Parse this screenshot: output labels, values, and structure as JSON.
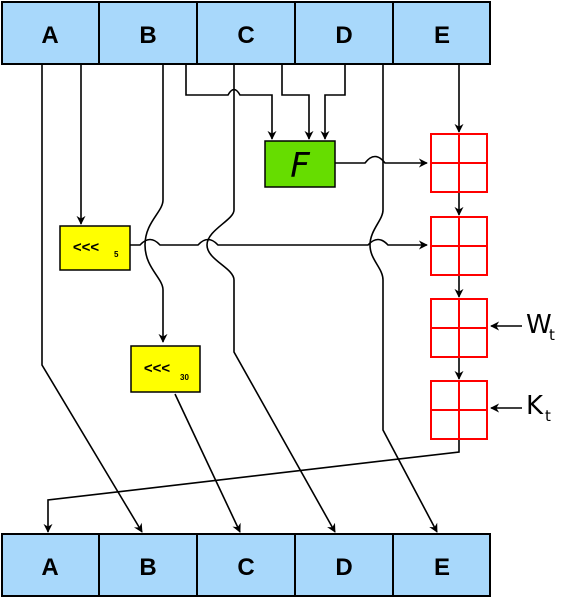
{
  "top_registers": [
    "A",
    "B",
    "C",
    "D",
    "E"
  ],
  "bottom_registers": [
    "A",
    "B",
    "C",
    "D",
    "E"
  ],
  "function_block": {
    "label": "F"
  },
  "rotate_5": {
    "label": "<<<",
    "sub": "5"
  },
  "rotate_30": {
    "label": "<<<",
    "sub": "30"
  },
  "inputs": [
    {
      "label": "W",
      "sub": "t"
    },
    {
      "label": "K",
      "sub": "t"
    }
  ],
  "colors": {
    "register_fill": "#a8d8fb",
    "function_fill": "#66dd00",
    "rotate_fill": "#ffff00",
    "adder_stroke": "#ff0000"
  }
}
